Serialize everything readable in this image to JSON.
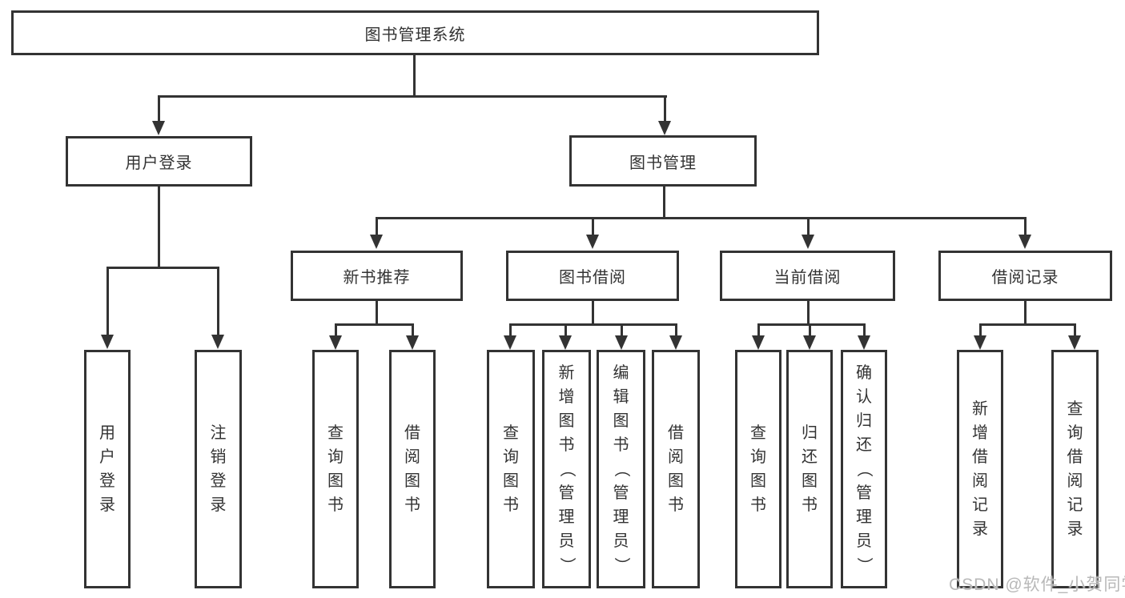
{
  "diagram": {
    "title": "图书管理系统",
    "nodes": {
      "root": "图书管理系统",
      "user_login": "用户登录",
      "book_mgmt": "图书管理",
      "new_book_rec": "新书推荐",
      "book_borrow": "图书借阅",
      "current_borrow": "当前借阅",
      "borrow_records": "借阅记录",
      "leaves": {
        "user_login": [
          "用户登录",
          "注销登录"
        ],
        "new_book_rec": [
          "查询图书",
          "借阅图书"
        ],
        "book_borrow": [
          "查询图书",
          "新增图书（管理员）",
          "编辑图书（管理员）",
          "借阅图书"
        ],
        "current_borrow": [
          "查询图书",
          "归还图书",
          "确认归还（管理员）"
        ],
        "borrow_records": [
          "新增借阅记录",
          "查询借阅记录"
        ]
      }
    },
    "watermark": "CSDN @软件_小贺同学",
    "colors": {
      "line": "#333333",
      "box_border": "#333333",
      "box_background": "#ffffff",
      "text": "#333333",
      "watermark_text": "#b8b8b8",
      "page_background": "#ffffff"
    }
  }
}
